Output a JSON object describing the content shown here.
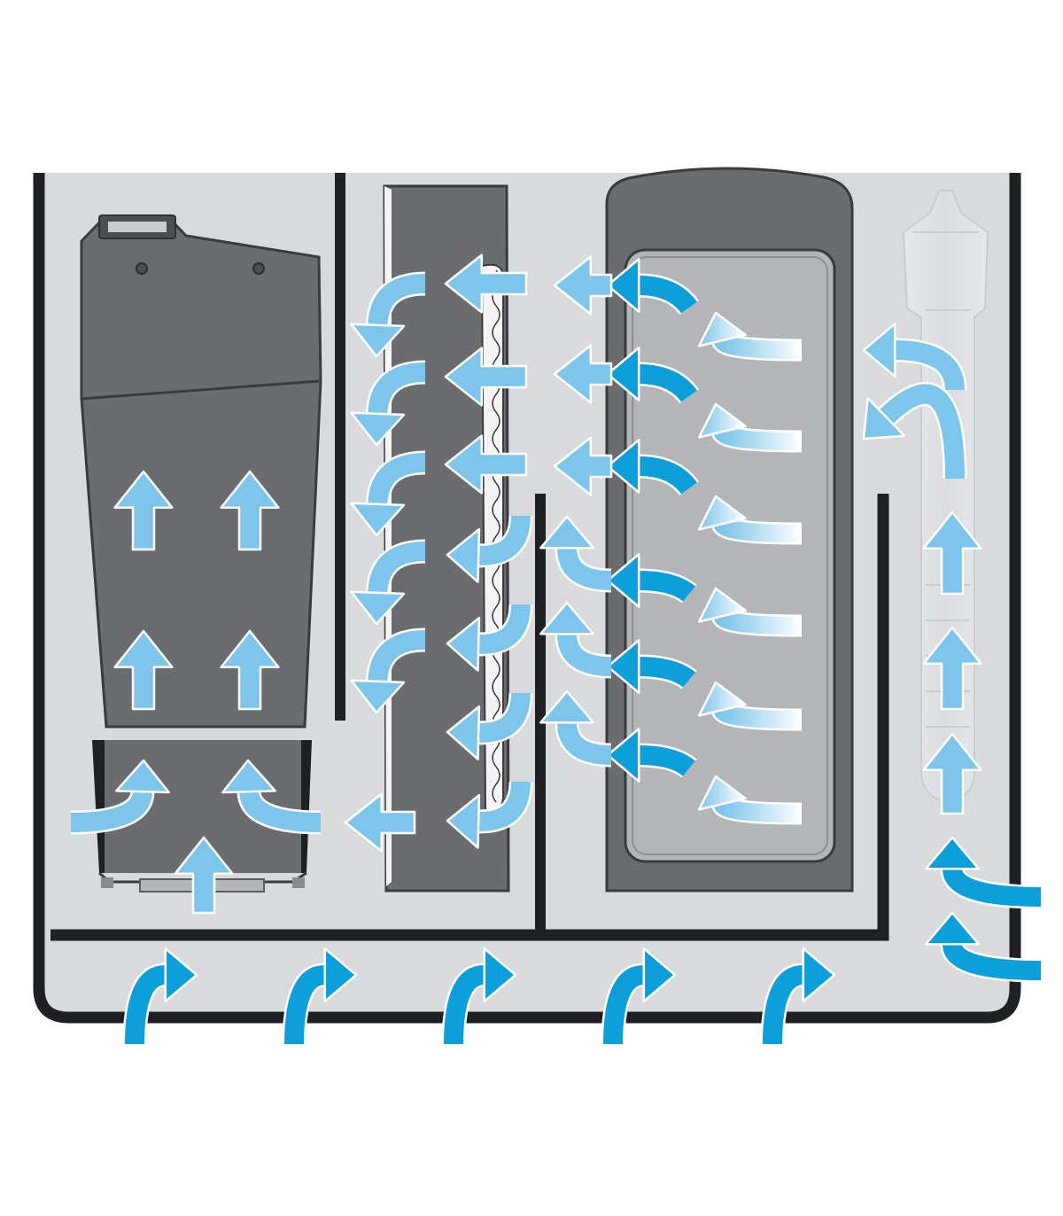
{
  "diagram": {
    "type": "aquarium-filter-flow-diagram",
    "colors": {
      "background": "#ffffff",
      "chamber_fill": "#d9dadc",
      "wall": "#1f2023",
      "component_dark": "#6b6c6f",
      "component_outline": "#3a3b3e",
      "media_panel": "#b4b5b8",
      "sponge_white": "#f4f4f4",
      "heater_ghost": "#e3e4e6",
      "arrow_light": "#7dc5ea",
      "arrow_strong": "#0d9fda",
      "arrow_outline": "#ffffff"
    },
    "components": [
      {
        "name": "pump",
        "icon": "pump-icon"
      },
      {
        "name": "sponge-filter",
        "icon": "sponge-icon"
      },
      {
        "name": "biological-media-basket",
        "icon": "media-basket-icon"
      },
      {
        "name": "heater",
        "icon": "heater-icon"
      }
    ],
    "arrows": {
      "style": "flow-arrows",
      "icon": "flow-arrow-icon"
    }
  }
}
